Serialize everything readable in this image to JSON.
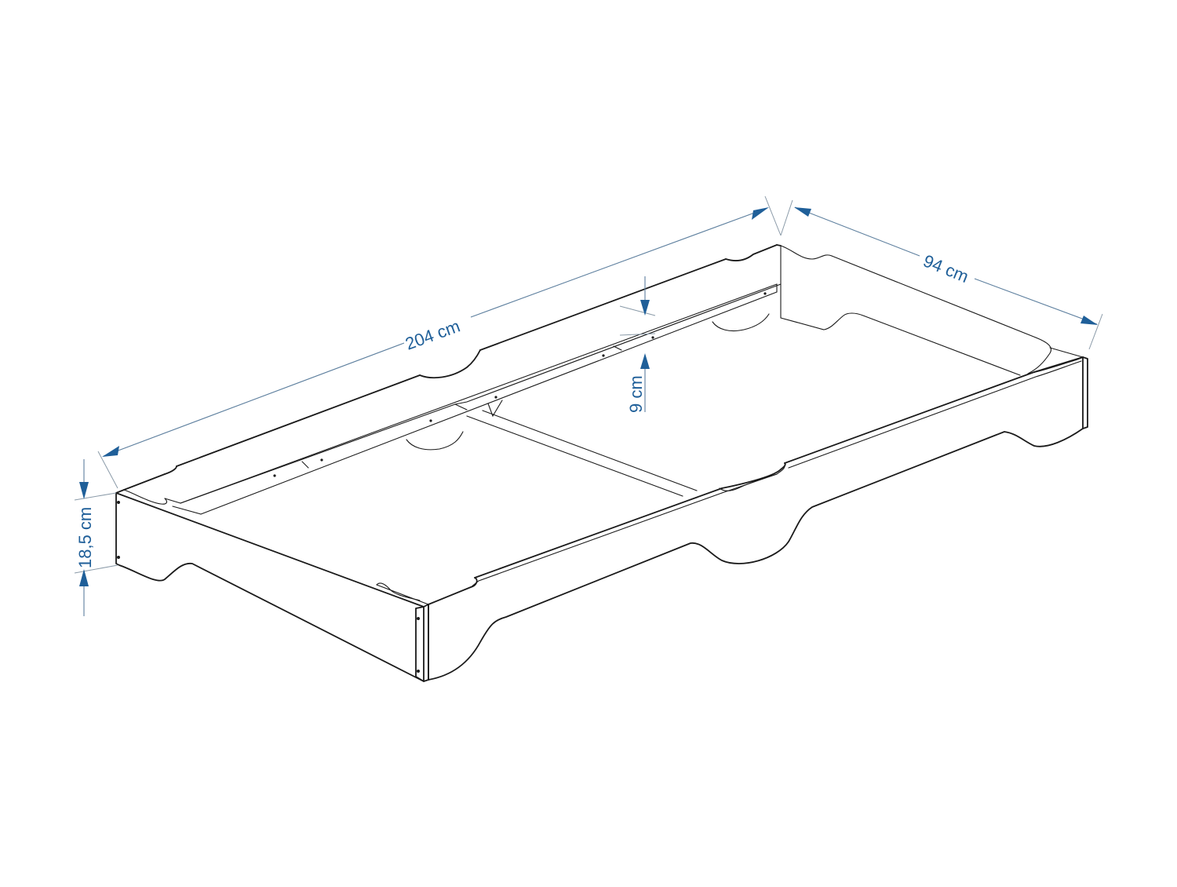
{
  "diagram": {
    "subject": "stackable bed frame",
    "colors": {
      "outline": "#1a1a1a",
      "dimension": "#1f5f99",
      "extension_line": "#8a9aa8"
    },
    "dimensions": {
      "length": "204 cm",
      "width": "94 cm",
      "height": "18,5 cm",
      "inner_depth": "9 cm"
    }
  }
}
